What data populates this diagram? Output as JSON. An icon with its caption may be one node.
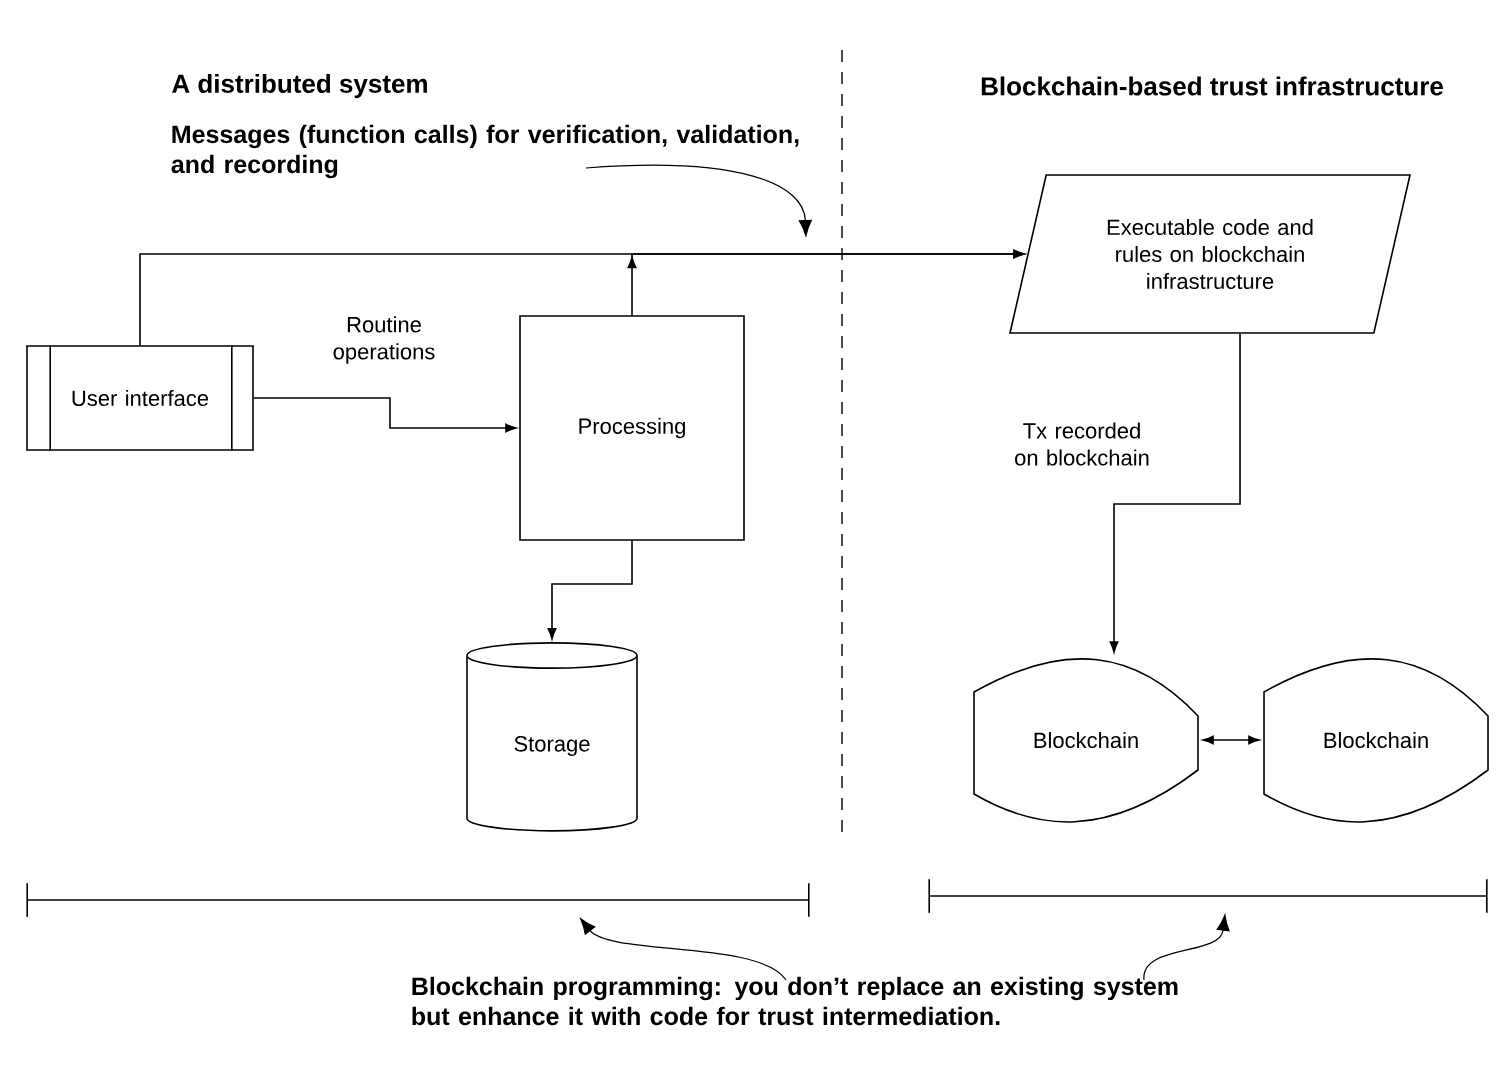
{
  "diagram": {
    "nodes": [
      {
        "text": [
          "Messages (function calls) for verification, validation, and recording"
        ]
      },
      {
        "text": [
          "User interface"
        ]
      },
      {
        "text": [
          "Processing"
        ]
      },
      {
        "text": [
          "Storage"
        ]
      },
      {
        "text": [
          "Executable code and rules on blockchain infrastructure"
        ]
      },
      {
        "text": [
          "Blockchain"
        ]
      },
      {
        "text": [
          "Blockchain"
        ]
      },
      {
        "text": [],
        "shape": "bar"
      },
      {
        "text": [],
        "shape": "bar"
      },
      {
        "text": [
          "Blockchain programming: you don’t replace an existing system but enhance it with code for trust intermediation."
        ]
      }
    ],
    "edges": [
      {
        "from": 0,
        "to": null,
        "arrow": "to"
      },
      {
        "from": 1,
        "to": 4,
        "arrow": "to"
      },
      {
        "from": 2,
        "to": 4,
        "arrow": "to"
      },
      {
        "from": 1,
        "to": 2,
        "arrow": "to",
        "label": "Routine operations"
      },
      {
        "from": 2,
        "to": 3,
        "arrow": "to"
      },
      {
        "from": 4,
        "to": 5,
        "arrow": "to",
        "label": "Tx recorded on blockchain"
      },
      {
        "from": 5,
        "to": 6,
        "arrow": "both"
      },
      {
        "from": 9,
        "to": 7,
        "arrow": "to"
      },
      {
        "from": 9,
        "to": 8,
        "arrow": "to"
      }
    ],
    "labels": [
      "A distributed system",
      "Blockchain-based trust infrastructure"
    ]
  }
}
